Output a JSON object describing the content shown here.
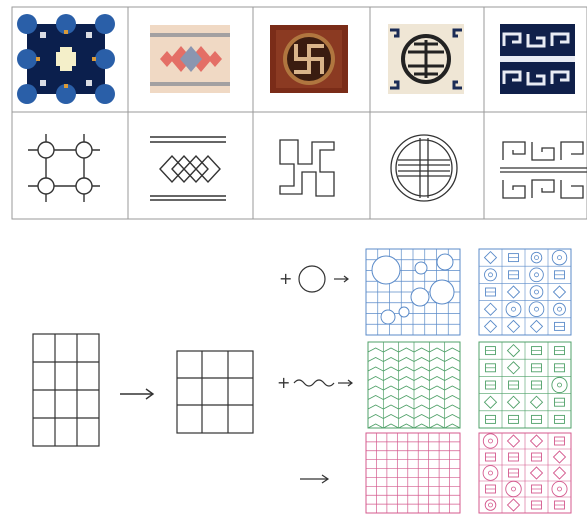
{
  "figure": {
    "motifs": [
      {
        "id": "quatrefoil-circles",
        "swatch_colors": [
          "#0b1f4d",
          "#f4efc9",
          "#2a5fa8"
        ],
        "line_color": "#333333"
      },
      {
        "id": "diamond-lattice",
        "swatch_colors": [
          "#f0d9c4",
          "#e46f66",
          "#8a96b0"
        ],
        "line_color": "#333333"
      },
      {
        "id": "swastika",
        "swatch_colors": [
          "#7a2c18",
          "#1a1a1a",
          "#d9b48a"
        ],
        "line_color": "#333333"
      },
      {
        "id": "shou-medallion",
        "swatch_colors": [
          "#efe6d5",
          "#1b2c56",
          "#222222"
        ],
        "line_color": "#333333"
      },
      {
        "id": "fret-key",
        "swatch_colors": [
          "#10204a",
          "#e9ecf4",
          "#3c5e9a"
        ],
        "line_color": "#333333"
      }
    ],
    "process": {
      "grid_color": "#333333",
      "operators": {
        "plus": "+",
        "arrow": "→"
      },
      "variants": [
        {
          "id": "circle-variant",
          "color": "#5b8bc9"
        },
        {
          "id": "wave-variant",
          "color": "#4fa068"
        },
        {
          "id": "plain-variant",
          "color": "#d45a8e"
        }
      ]
    }
  }
}
